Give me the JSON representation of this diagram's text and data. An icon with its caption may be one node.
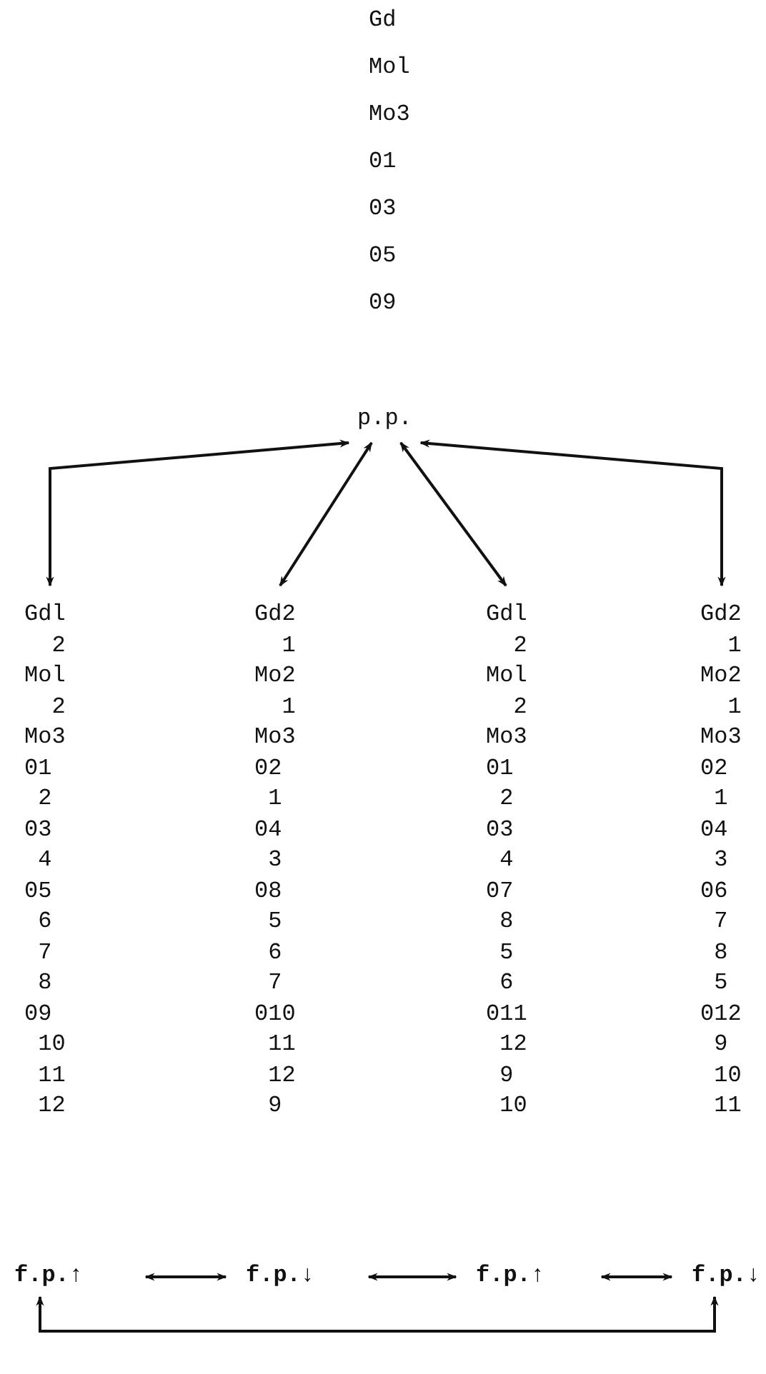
{
  "diagram": {
    "nodes": [
      {
        "text": [
          "p.p."
        ]
      },
      {
        "text": [
          "Gdl",
          "2",
          "Mol",
          "2",
          "Mo3",
          "01",
          "2",
          "03",
          "4",
          "05",
          "6",
          "7",
          "8",
          "09",
          "10",
          "11",
          "12"
        ]
      },
      {
        "text": [
          "Gd2",
          "1",
          "Mo2",
          "1",
          "Mo3",
          "02",
          "1",
          "04",
          "3",
          "08",
          "5",
          "6",
          "7",
          "010",
          "11",
          "12",
          "9"
        ]
      },
      {
        "text": [
          "Gdl",
          "2",
          "Mol",
          "2",
          "Mo3",
          "01",
          "2",
          "03",
          "4",
          "07",
          "8",
          "5",
          "6",
          "011",
          "12",
          "9",
          "10"
        ]
      },
      {
        "text": [
          "Gd2",
          "1",
          "Mo2",
          "1",
          "Mo3",
          "02",
          "1",
          "04",
          "3",
          "06",
          "7",
          "8",
          "5",
          "012",
          "9",
          "10",
          "11"
        ]
      },
      {
        "text": [
          "f.p.↑"
        ]
      },
      {
        "text": [
          "f.p.↓"
        ]
      },
      {
        "text": [
          "f.p.↑"
        ]
      },
      {
        "text": [
          "f.p.↓"
        ]
      }
    ],
    "edges": [
      {
        "from": 0,
        "to": 1,
        "arrow": "both"
      },
      {
        "from": 0,
        "to": 2,
        "arrow": "both"
      },
      {
        "from": 0,
        "to": 3,
        "arrow": "both"
      },
      {
        "from": 0,
        "to": 4,
        "arrow": "both"
      },
      {
        "from": 5,
        "to": 6,
        "arrow": "both"
      },
      {
        "from": 6,
        "to": 7,
        "arrow": "both"
      },
      {
        "from": 7,
        "to": 8,
        "arrow": "both"
      },
      {
        "from": 5,
        "to": 8,
        "arrow": "both"
      }
    ],
    "labels": [
      "Gd",
      "Mol",
      "Mo3",
      "01",
      "03",
      "05",
      "09"
    ]
  }
}
